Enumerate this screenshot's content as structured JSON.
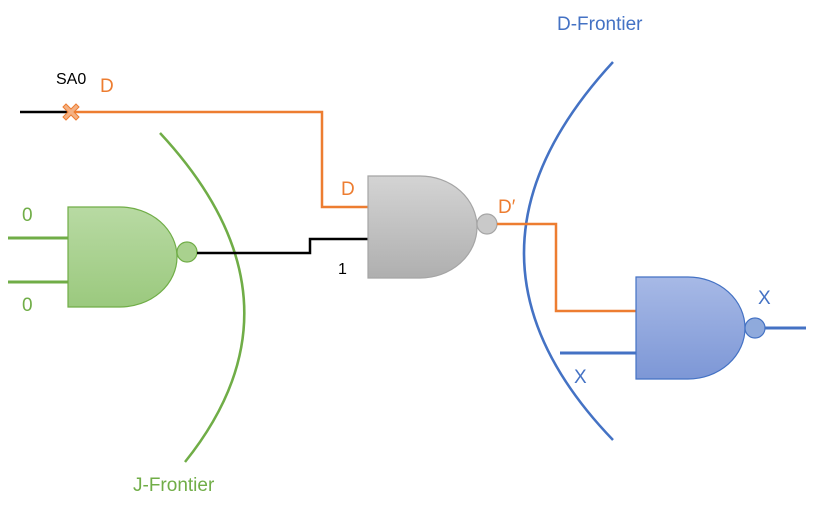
{
  "labels": {
    "sa0": "SA0",
    "fault_d": "D",
    "nand2_in_d": "D",
    "nand2_out": "D′",
    "nand2_in_1": "1",
    "green_in_top": "0",
    "green_in_bottom": "0",
    "blue_out": "X",
    "blue_in": "X",
    "d_frontier": "D-Frontier",
    "j_frontier": "J-Frontier"
  },
  "colors": {
    "orange": "#ED7D31",
    "green": "#70AD47",
    "blue": "#4472C4",
    "black": "#000000",
    "gray_gate": "#C0C0C0",
    "green_gate": "#A9D18E",
    "blue_gate": "#8FAADC"
  },
  "icons": {
    "fault_marker": "x-mark-icon"
  }
}
